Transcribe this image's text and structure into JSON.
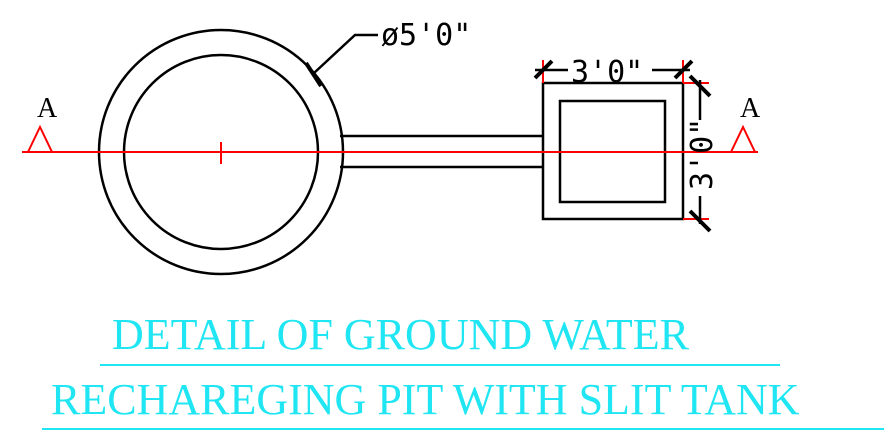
{
  "drawing": {
    "pit_diameter_label": "ø5'0\"",
    "tank_width_label": "3'0\"",
    "tank_height_label": "3'0\"",
    "section_left_label": "A",
    "section_right_label": "A"
  },
  "title": {
    "line1": "DETAIL  OF GROUND WATER ",
    "line2": "RECHAREGING PIT WITH SLIT TANK"
  },
  "colors": {
    "section_line": "#ff0000",
    "title": "#1fe6f2",
    "linework": "#000000"
  }
}
